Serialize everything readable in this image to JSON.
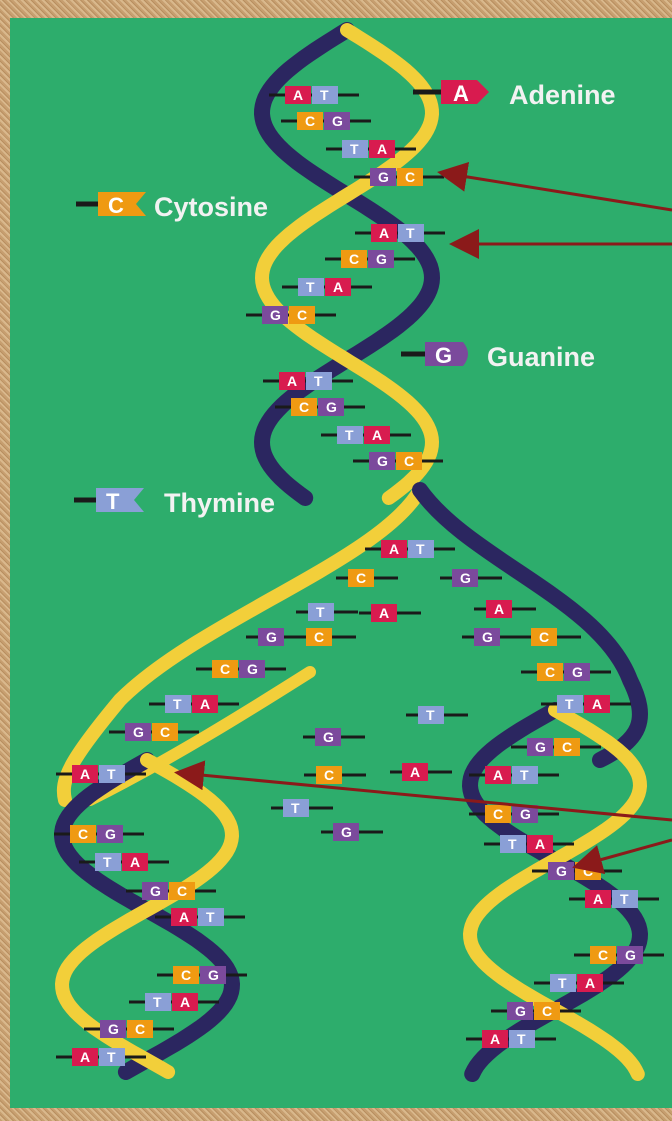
{
  "legend": {
    "adenine": {
      "letter": "A",
      "label": "Adenine",
      "color": "#d81b4f"
    },
    "cytosine": {
      "letter": "C",
      "label": "Cytosine",
      "color": "#ef9a12"
    },
    "guanine": {
      "letter": "G",
      "label": "Guanine",
      "color": "#7b4a9c"
    },
    "thymine": {
      "letter": "T",
      "label": "Thymine",
      "color": "#8a9fd6"
    }
  },
  "colors": {
    "background": "#2dad6c",
    "strand_gold": "#f2cf3a",
    "strand_dark": "#2b2660",
    "arrow": "#8b1a1a"
  },
  "base_pairs": [
    [
      "A",
      "T"
    ],
    [
      "C",
      "G"
    ],
    [
      "T",
      "A"
    ],
    [
      "G",
      "C"
    ]
  ]
}
